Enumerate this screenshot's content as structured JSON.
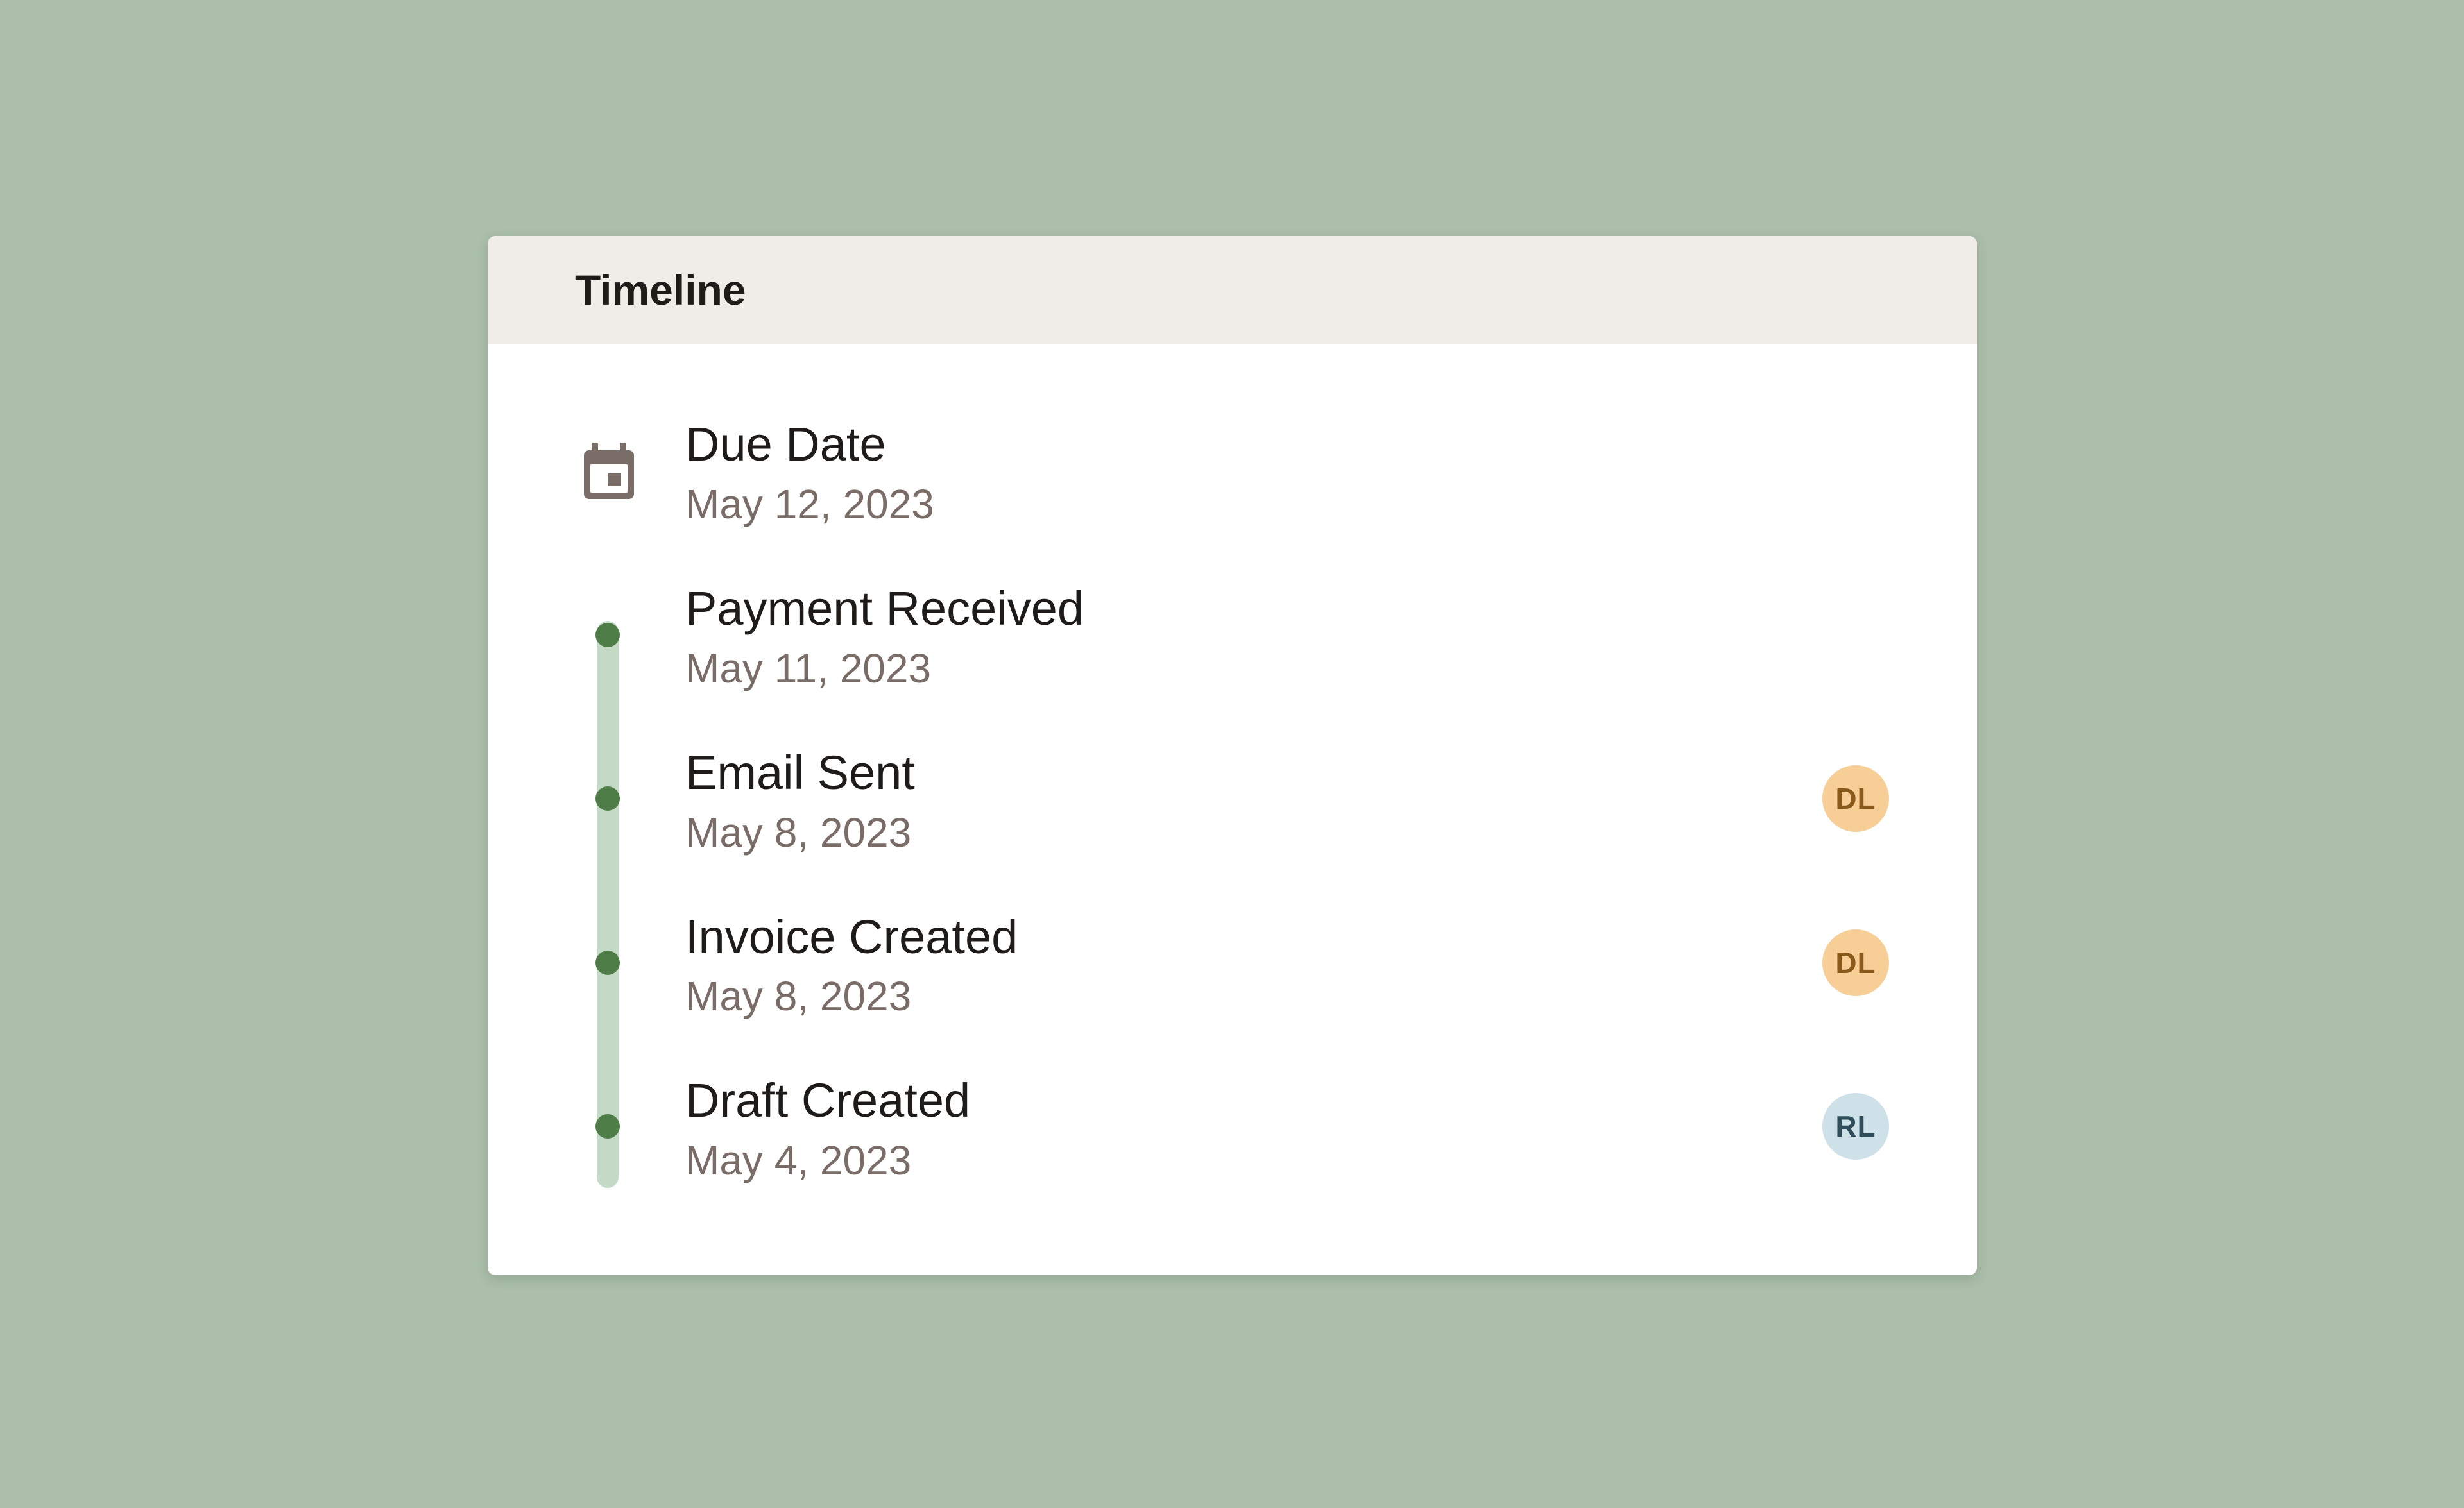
{
  "card": {
    "title": "Timeline"
  },
  "due": {
    "icon": "calendar-icon",
    "label": "Due Date",
    "date": "May 12, 2023"
  },
  "events": [
    {
      "title": "Payment Received",
      "date": "May 11, 2023",
      "avatar": null
    },
    {
      "title": "Email Sent",
      "date": "May 8, 2023",
      "avatar": "DL",
      "avatar_bg": "#f7cf96",
      "avatar_fg": "#8a5a1c"
    },
    {
      "title": "Invoice Created",
      "date": "May 8, 2023",
      "avatar": "DL",
      "avatar_bg": "#f7cf96",
      "avatar_fg": "#8a5a1c"
    },
    {
      "title": "Draft Created",
      "date": "May 4, 2023",
      "avatar": "RL",
      "avatar_bg": "#cfe1e8",
      "avatar_fg": "#2f4d5a"
    }
  ],
  "colors": {
    "background": "#abbfab",
    "header": "#f0ece8",
    "rail": "#c4d9c6",
    "dot": "#4e7d47",
    "date_text": "#7a6c66",
    "icon": "#7a6c66"
  }
}
